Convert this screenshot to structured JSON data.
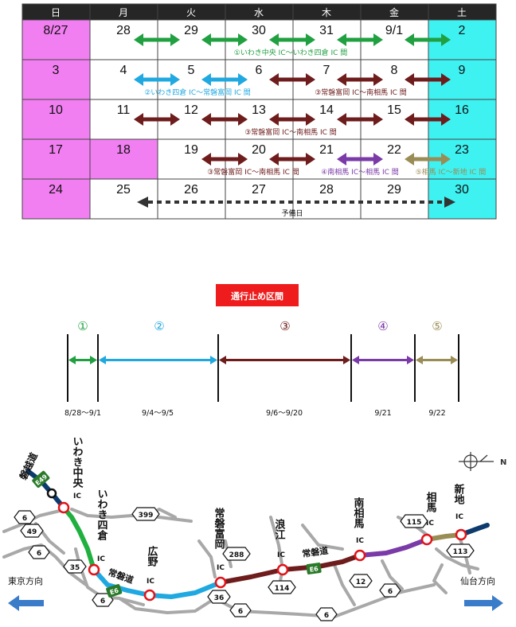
{
  "calendar": {
    "weekdays": [
      "日",
      "月",
      "火",
      "水",
      "木",
      "金",
      "土"
    ],
    "weeks": [
      [
        "8/27",
        "28",
        "29",
        "30",
        "31",
        "9/1",
        "2"
      ],
      [
        "3",
        "4",
        "5",
        "6",
        "7",
        "8",
        "9"
      ],
      [
        "10",
        "11",
        "12",
        "13",
        "14",
        "15",
        "16"
      ],
      [
        "17",
        "18",
        "19",
        "20",
        "21",
        "22",
        "23"
      ],
      [
        "24",
        "25",
        "26",
        "27",
        "28",
        "29",
        "30"
      ]
    ],
    "notes": {
      "w1": "①いわき中央 IC～いわき四倉 IC 間",
      "w2a": "②いわき四倉 IC～常磐富岡 IC 間",
      "w2b": "③常磐富岡 IC～南相馬 IC 間",
      "w3": "③常磐富岡 IC～南相馬 IC 間",
      "w4a": "③常磐富岡 IC～南相馬 IC 間",
      "w4b": "④南相馬 IC～相馬 IC 間",
      "w4c": "⑤相馬 IC～新地 IC 間",
      "reserve": "予備日"
    }
  },
  "timeline": {
    "title": "通行止め区間",
    "sections": [
      {
        "num": "①",
        "date": "8/28～9/1",
        "color": "#20a040"
      },
      {
        "num": "②",
        "date": "9/4～9/5",
        "color": "#20a8e0"
      },
      {
        "num": "③",
        "date": "9/6～9/20",
        "color": "#6e1c1c"
      },
      {
        "num": "④",
        "date": "9/21",
        "color": "#7a3aa8"
      },
      {
        "num": "⑤",
        "date": "9/22",
        "color": "#9a8c55"
      }
    ]
  },
  "map": {
    "interchanges": {
      "iwaki_chuo": "いわき中央",
      "iwaki_yotsukura": "いわき四倉",
      "hirono": "広野",
      "joban_tomioka": "常磐富岡",
      "namie": "浪江",
      "minami_soma": "南相馬",
      "soma": "相馬",
      "shinchi": "新地",
      "ic": "IC"
    },
    "expressways": {
      "banetsu": "磐越道",
      "banetsu_code": "E49",
      "joban_1": "常磐道",
      "joban_2": "常磐道",
      "joban_code_1": "E6",
      "joban_code_2": "E6"
    },
    "routes": [
      "6",
      "49",
      "6",
      "35",
      "6",
      "399",
      "288",
      "36",
      "6",
      "114",
      "12",
      "6",
      "6",
      "115",
      "113"
    ],
    "directions": {
      "tokyo": "東京方向",
      "sendai": "仙台方向"
    },
    "north_label": "N"
  }
}
